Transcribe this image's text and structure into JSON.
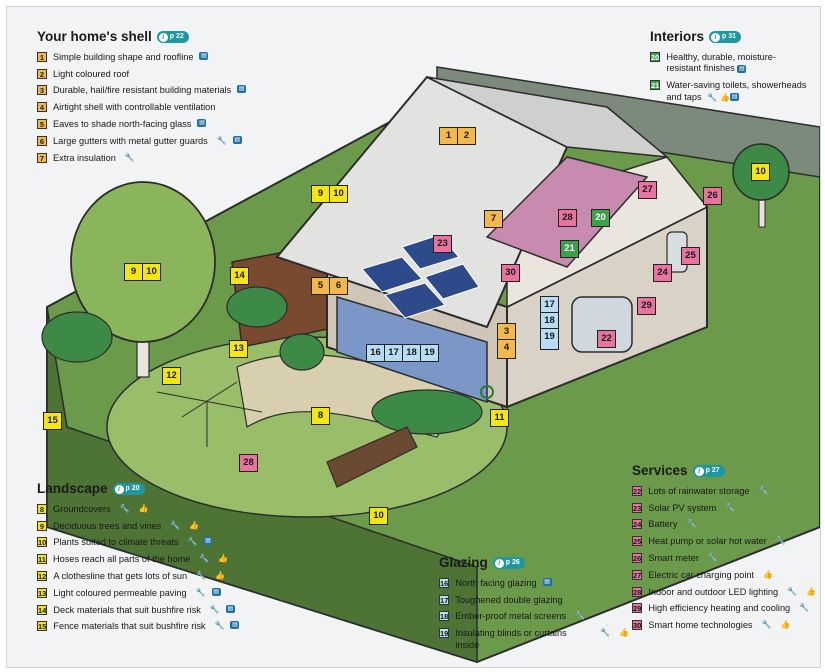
{
  "shell": {
    "title": "Your home's shell",
    "page": "p 22",
    "items": [
      {
        "n": "1",
        "text": "Simple building shape and roofline",
        "icons": "guide"
      },
      {
        "n": "2",
        "text": "Light coloured roof",
        "icons": ""
      },
      {
        "n": "3",
        "text": "Durable, hail/fire resistant building materials",
        "icons": "guide"
      },
      {
        "n": "4",
        "text": "Airtight shell with controllable ventilation",
        "icons": ""
      },
      {
        "n": "5",
        "text": "Eaves to shade north-facing glass",
        "icons": "guide"
      },
      {
        "n": "6",
        "text": "Large gutters with metal gutter guards",
        "icons": "wrench guide"
      },
      {
        "n": "7",
        "text": "Extra insulation",
        "icons": "wrench"
      }
    ]
  },
  "interiors": {
    "title": "Interiors",
    "page": "p 31",
    "items": [
      {
        "n": "20",
        "text": "Healthy, durable, moisture-resistant finishes",
        "icons": "guide"
      },
      {
        "n": "21",
        "text": "Water-saving toilets, showerheads and taps",
        "icons": "wrench thumb guide"
      }
    ]
  },
  "landscape": {
    "title": "Landscape",
    "page": "p 20",
    "items": [
      {
        "n": "8",
        "text": "Groundcovers",
        "icons": "wrench thumb"
      },
      {
        "n": "9",
        "text": "Deciduous trees and vines",
        "icons": "wrench thumb"
      },
      {
        "n": "10",
        "text": "Plants suited to climate threats",
        "icons": "wrench guide"
      },
      {
        "n": "11",
        "text": "Hoses reach all parts of the home",
        "icons": "wrench thumb"
      },
      {
        "n": "12",
        "text": "A clothesline that gets lots of sun",
        "icons": "wrench thumb"
      },
      {
        "n": "13",
        "text": "Light coloured permeable paving",
        "icons": "wrench guide"
      },
      {
        "n": "14",
        "text": "Deck materials that suit bushfire risk",
        "icons": "wrench guide"
      },
      {
        "n": "15",
        "text": "Fence materials that suit bushfire risk",
        "icons": "wrench guide"
      }
    ]
  },
  "glazing": {
    "title": "Glazing",
    "page": "p 26",
    "items": [
      {
        "n": "16",
        "text": "North facing glazing",
        "icons": "guide"
      },
      {
        "n": "17",
        "text": "Toughened double glazing",
        "icons": ""
      },
      {
        "n": "18",
        "text": "Ember-proof metal screens",
        "icons": "wrench"
      },
      {
        "n": "19",
        "text": "Insulating blinds or curtains inside",
        "icons": "wrench thumb"
      }
    ]
  },
  "services": {
    "title": "Services",
    "page": "p 27",
    "items": [
      {
        "n": "22",
        "text": "Lots of rainwater storage",
        "icons": "wrench"
      },
      {
        "n": "23",
        "text": "Solar PV system",
        "icons": "wrench"
      },
      {
        "n": "24",
        "text": "Battery",
        "icons": "wrench"
      },
      {
        "n": "25",
        "text": "Heat pump or solar hot water",
        "icons": "wrench"
      },
      {
        "n": "26",
        "text": "Smart meter",
        "icons": "wrench"
      },
      {
        "n": "27",
        "text": "Electric car charging point",
        "icons": "thumb"
      },
      {
        "n": "28",
        "text": "Indoor and outdoor LED lighting",
        "icons": "wrench thumb"
      },
      {
        "n": "29",
        "text": "High efficiency heating and cooling",
        "icons": "wrench"
      },
      {
        "n": "30",
        "text": "Smart home technologies",
        "icons": "wrench thumb"
      }
    ]
  },
  "tags": {
    "t12": [
      "1",
      "2"
    ],
    "t7": [
      "7"
    ],
    "t910a": [
      "9",
      "10"
    ],
    "t910b": [
      "9",
      "10"
    ],
    "t10tree": [
      "10"
    ],
    "t14": [
      "14"
    ],
    "t56": [
      "5",
      "6"
    ],
    "t13": [
      "13"
    ],
    "t12clothes": [
      "12"
    ],
    "t15": [
      "15"
    ],
    "t8": [
      "8"
    ],
    "t28g": [
      "28"
    ],
    "t10g": [
      "10"
    ],
    "t11": [
      "11"
    ],
    "t34": [
      "3",
      "4"
    ],
    "t16": [
      "16",
      "17",
      "18",
      "19"
    ],
    "t17": [
      "17",
      "18",
      "19"
    ],
    "t22": [
      "22"
    ],
    "t23": [
      "23"
    ],
    "t24": [
      "24"
    ],
    "t25": [
      "25"
    ],
    "t26": [
      "26"
    ],
    "t27": [
      "27"
    ],
    "t28": [
      "28"
    ],
    "t20": [
      "20"
    ],
    "t21": [
      "21"
    ],
    "t29": [
      "29"
    ],
    "t30": [
      "30"
    ]
  },
  "colors": {
    "orange": "#f2b84b",
    "yellow": "#f5e60f",
    "green": "#3aa34a",
    "pink": "#e8739e",
    "blue": "#b8dcf3",
    "teal": "#1f97a0"
  }
}
